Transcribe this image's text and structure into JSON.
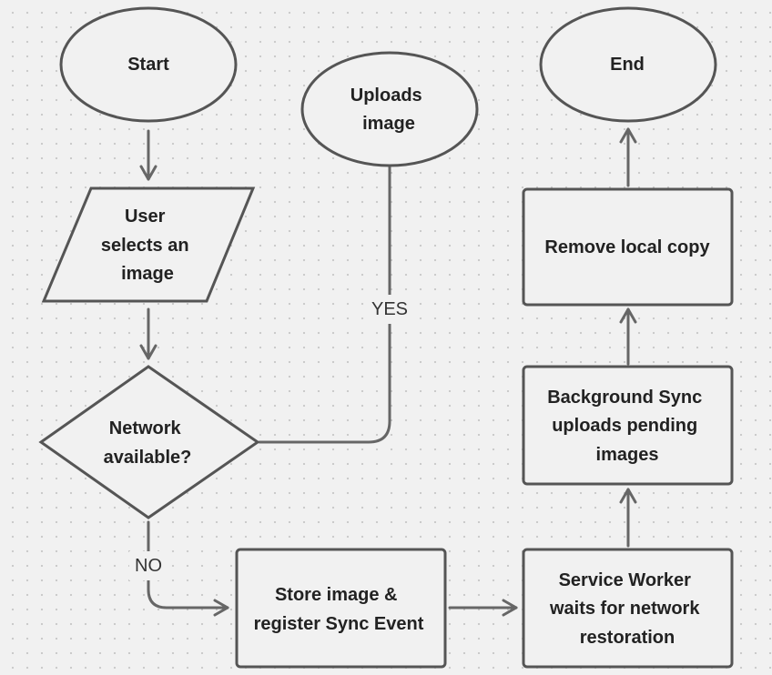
{
  "diagram": {
    "nodes": {
      "start": {
        "label": "Start"
      },
      "select": {
        "lines": [
          "User",
          "selects an",
          "image"
        ]
      },
      "decision": {
        "lines": [
          "Network",
          "available?"
        ]
      },
      "uploads": {
        "lines": [
          "Uploads",
          "image"
        ]
      },
      "store": {
        "lines": [
          "Store image &",
          "register Sync Event"
        ]
      },
      "wait": {
        "lines": [
          "Service Worker",
          "waits for network",
          "restoration"
        ]
      },
      "sync": {
        "lines": [
          "Background Sync",
          "uploads pending",
          "images"
        ]
      },
      "remove": {
        "label": "Remove local copy"
      },
      "end": {
        "label": "End"
      }
    },
    "edges": {
      "yes_label": "YES",
      "no_label": "NO"
    }
  }
}
